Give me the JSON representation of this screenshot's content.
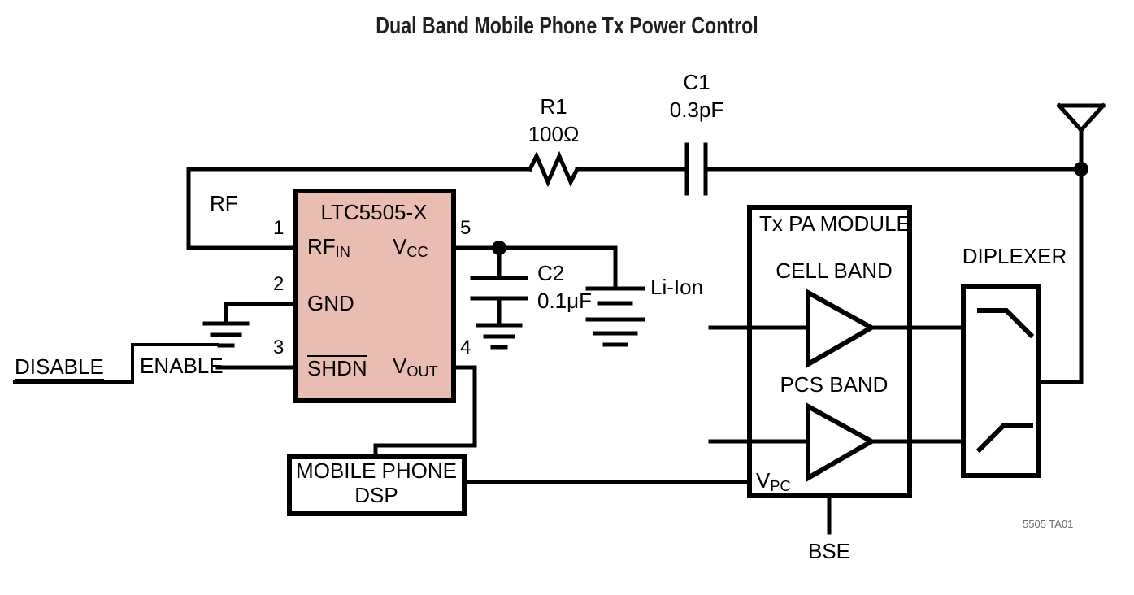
{
  "figure": {
    "title": "Dual Band Mobile Phone Tx Power Control",
    "reference": "5505 TA01",
    "type": "schematic-diagram"
  },
  "colors": {
    "ic_fill": "#e9bdb2",
    "line": "#000000",
    "text": "#000000",
    "reference_text": "#6d6e71",
    "background": "#ffffff"
  },
  "ic": {
    "part_number": "LTC5505-X",
    "pins": [
      {
        "number": "1",
        "name": "RF",
        "subscript": "IN",
        "side": "left"
      },
      {
        "number": "2",
        "name": "GND",
        "subscript": "",
        "side": "left"
      },
      {
        "number": "3",
        "name": "SHDN",
        "subscript": "",
        "side": "left",
        "overline": true
      },
      {
        "number": "4",
        "name": "V",
        "subscript": "OUT",
        "side": "right"
      },
      {
        "number": "5",
        "name": "V",
        "subscript": "CC",
        "side": "right"
      }
    ]
  },
  "components": [
    {
      "ref": "R1",
      "value": "100Ω",
      "type": "resistor"
    },
    {
      "ref": "C1",
      "value": "0.3pF",
      "type": "capacitor"
    },
    {
      "ref": "C2",
      "value": "0.1μF",
      "type": "capacitor"
    }
  ],
  "labels": {
    "rf_input": "RF",
    "battery": "Li-Ion",
    "disable": "DISABLE",
    "enable": "ENABLE",
    "vpc": "V",
    "vpc_sub": "PC",
    "bse": "BSE"
  },
  "blocks": [
    {
      "name": "pa_module",
      "title": "Tx PA MODULE"
    },
    {
      "name": "cell_band",
      "title": "CELL BAND"
    },
    {
      "name": "pcs_band",
      "title": "PCS BAND"
    },
    {
      "name": "diplexer",
      "title": "DIPLEXER"
    },
    {
      "name": "dsp",
      "line1": "MOBILE PHONE",
      "line2": "DSP"
    }
  ],
  "pa_module": {
    "title": "Tx PA MODULE",
    "amp1": "CELL BAND",
    "amp2": "PCS BAND"
  },
  "diplexer": {
    "title": "DIPLEXER"
  },
  "dsp": {
    "line1": "MOBILE PHONE",
    "line2": "DSP"
  }
}
